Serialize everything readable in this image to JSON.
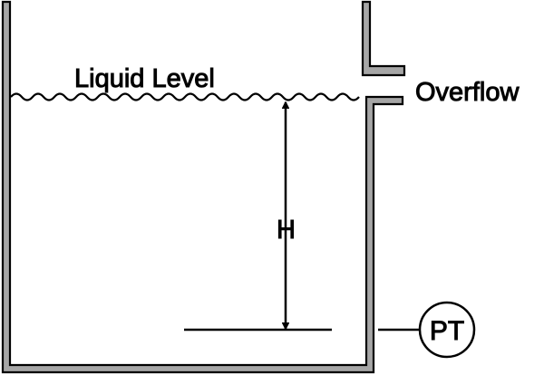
{
  "labels": {
    "liquid_level": "Liquid Level",
    "overflow": "Overflow",
    "height": "H",
    "transmitter": "PT"
  },
  "colors": {
    "wall_fill": "#a6a6a6",
    "wall_stroke": "#000000",
    "line": "#000000",
    "background": "#ffffff"
  }
}
